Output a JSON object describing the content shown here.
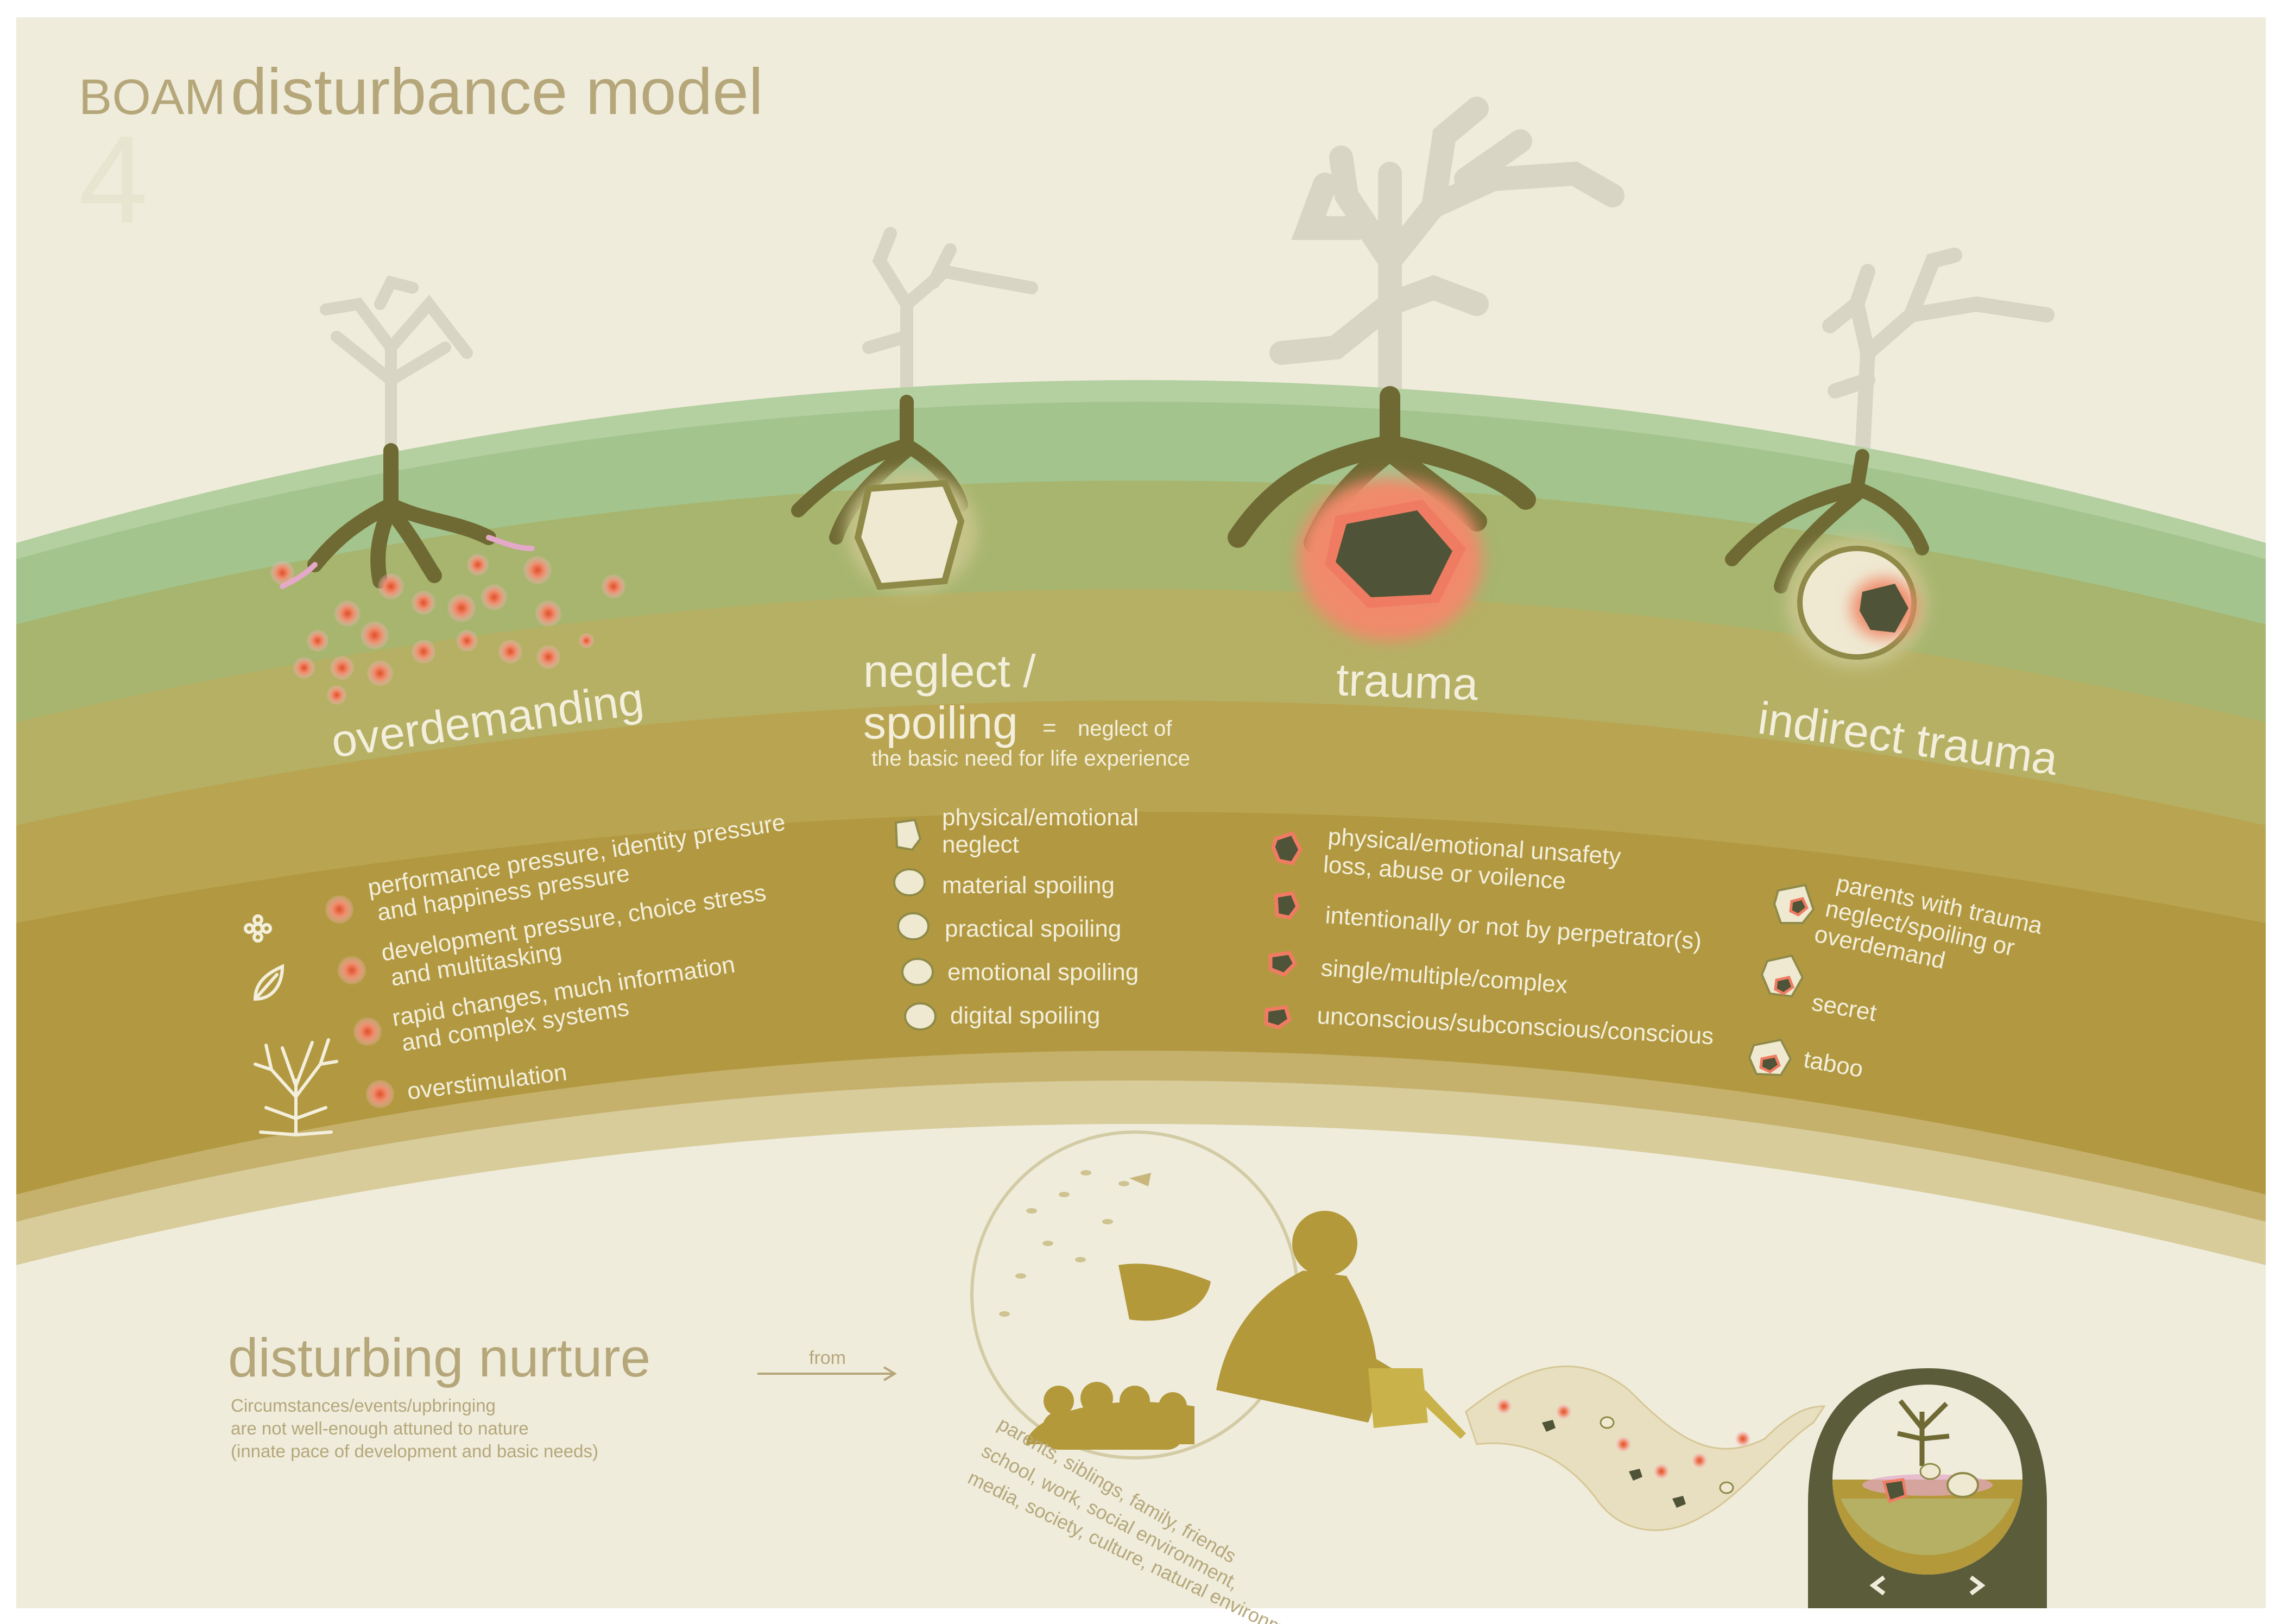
{
  "header": {
    "brand": "BOAM",
    "title": "disturbance model",
    "number": "4"
  },
  "columns": {
    "overdemanding": {
      "title": "overdemanding",
      "items": [
        [
          "performance pressure, identity pressure",
          "and happiness pressure"
        ],
        [
          "development pressure, choice stress",
          "and multitasking"
        ],
        [
          "rapid changes, much information",
          "and complex systems"
        ],
        [
          "overstimulation"
        ]
      ]
    },
    "neglect": {
      "title_line1": "neglect /",
      "title_line2": "spoiling",
      "equals": "=",
      "note_line1": "neglect of",
      "note_line2": "the basic need for life experience",
      "items": [
        [
          "physical/emotional",
          "neglect"
        ],
        [
          "material spoiling"
        ],
        [
          "practical spoiling"
        ],
        [
          "emotional spoiling"
        ],
        [
          "digital spoiling"
        ]
      ]
    },
    "trauma": {
      "title": "trauma",
      "items": [
        [
          "physical/emotional unsafety",
          "loss, abuse or voilence"
        ],
        [
          "intentionally or not by perpetrator(s)"
        ],
        [
          "single/multiple/complex"
        ],
        [
          "unconscious/subconscious/conscious"
        ]
      ]
    },
    "indirect": {
      "title": "indirect trauma",
      "items": [
        [
          "parents with trauma",
          "neglect/spoiling or",
          "overdemand"
        ],
        [
          "secret"
        ],
        [
          "taboo"
        ]
      ]
    }
  },
  "nurture": {
    "title": "disturbing nurture",
    "desc": [
      "Circumstances/events/upbringing",
      "are not well-enough attuned to nature",
      "(innate pace of development and basic needs)"
    ],
    "from": "from",
    "sources": [
      "parents, siblings, family, friends",
      "school, work, social environment,",
      "media, society, culture, natural environment"
    ]
  },
  "colors": {
    "background": "#efecdc",
    "green": "#a9c98d",
    "olive": "#a6a056",
    "ochre": "#b3993a",
    "text_light": "#f3efdc",
    "text_dark": "#b6a77a",
    "root": "#6f6a34",
    "trauma_core": "#4f5337",
    "glow": "#f0806a",
    "tree_faded": "#d7d3c3"
  }
}
